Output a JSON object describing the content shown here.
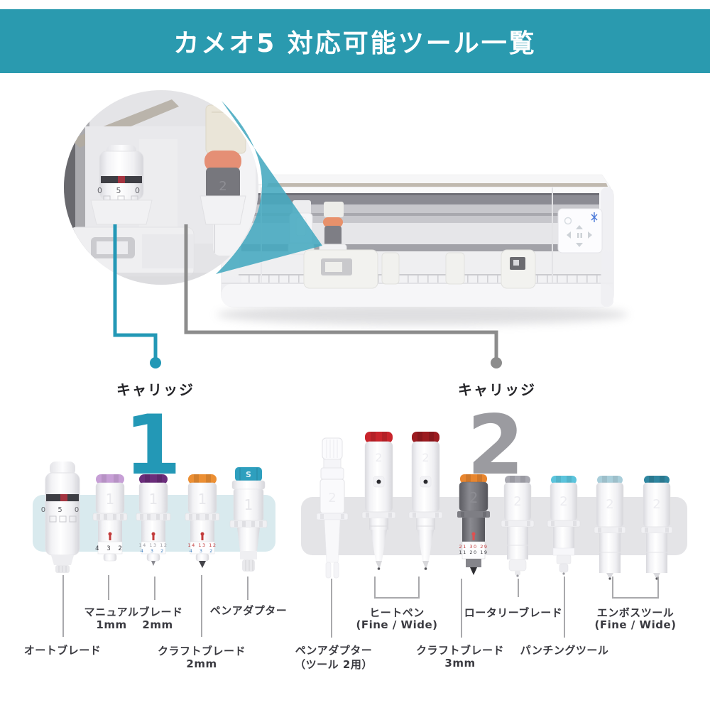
{
  "banner": {
    "title": "カメオ5 対応可能ツール一覧",
    "bg_color": "#2A9AAF",
    "text_color": "#FFFFFF"
  },
  "machine": {
    "description": "cutting-plotter-photo",
    "accent_wedge_color": "#44A8BF",
    "callout_tool_mark": "2"
  },
  "carriage1": {
    "label": "キャリッジ",
    "number": "1",
    "accent": "#2398B6",
    "band_color": "#D9EAEE",
    "watermark": "1",
    "tools": [
      {
        "id": "auto-blade",
        "cap_color": "#F4F4F6",
        "dial": "0 5 0"
      },
      {
        "id": "manual-blade-1mm",
        "cap_color": "#C79FD6",
        "dial_bottom": "4 3 2"
      },
      {
        "id": "manual-blade-2mm",
        "cap_color": "#6B2D7B",
        "dial_top": "14 13 12",
        "dial_bottom": "4 3 2"
      },
      {
        "id": "craft-blade-2mm",
        "cap_color": "#EC8F33",
        "dial_top": "14 13 12",
        "dial_bottom": "4 3 2"
      },
      {
        "id": "pen-adapter",
        "cap_color": "#2E9FBE",
        "cap_text": "S"
      }
    ],
    "labels": {
      "auto_blade": "オートブレード",
      "manual_blade": "マニュアルブレード",
      "manual_size_1": "1mm",
      "manual_size_2": "2mm",
      "craft_blade": "クラフトブレード",
      "craft_size": "2mm",
      "pen_adapter": "ペンアダプター"
    }
  },
  "carriage2": {
    "label": "キャリッジ",
    "number": "2",
    "accent": "#9B9BA0",
    "band_color": "#E4E4E7",
    "watermark": "2",
    "tools": [
      {
        "id": "pen-adapter-tool2",
        "cap_color": "#FBFBFD"
      },
      {
        "id": "heat-pen-fine",
        "cap_color": "#C8242B"
      },
      {
        "id": "heat-pen-wide",
        "cap_color": "#9B1B20"
      },
      {
        "id": "craft-blade-3mm",
        "cap_color": "#E8862F",
        "dial_top": "21 30 29",
        "dial_bottom": "11 20 19"
      },
      {
        "id": "rotary-blade",
        "cap_color": "#A8A8B0"
      },
      {
        "id": "punch-tool",
        "cap_color": "#5BC4DC"
      },
      {
        "id": "emboss-fine",
        "cap_color": "#A9CEDA"
      },
      {
        "id": "emboss-wide",
        "cap_color": "#2F86A0"
      }
    ],
    "labels": {
      "pen_adapter_line1": "ペンアダプター",
      "pen_adapter_line2": "（ツール 2用）",
      "heat_pen": "ヒートペン",
      "heat_pen_sub": "(Fine / Wide)",
      "craft_blade": "クラフトブレード",
      "craft_size": "3mm",
      "rotary": "ロータリーブレード",
      "punch": "パンチングツール",
      "emboss": "エンボスツール",
      "emboss_sub": "(Fine / Wide)"
    }
  }
}
